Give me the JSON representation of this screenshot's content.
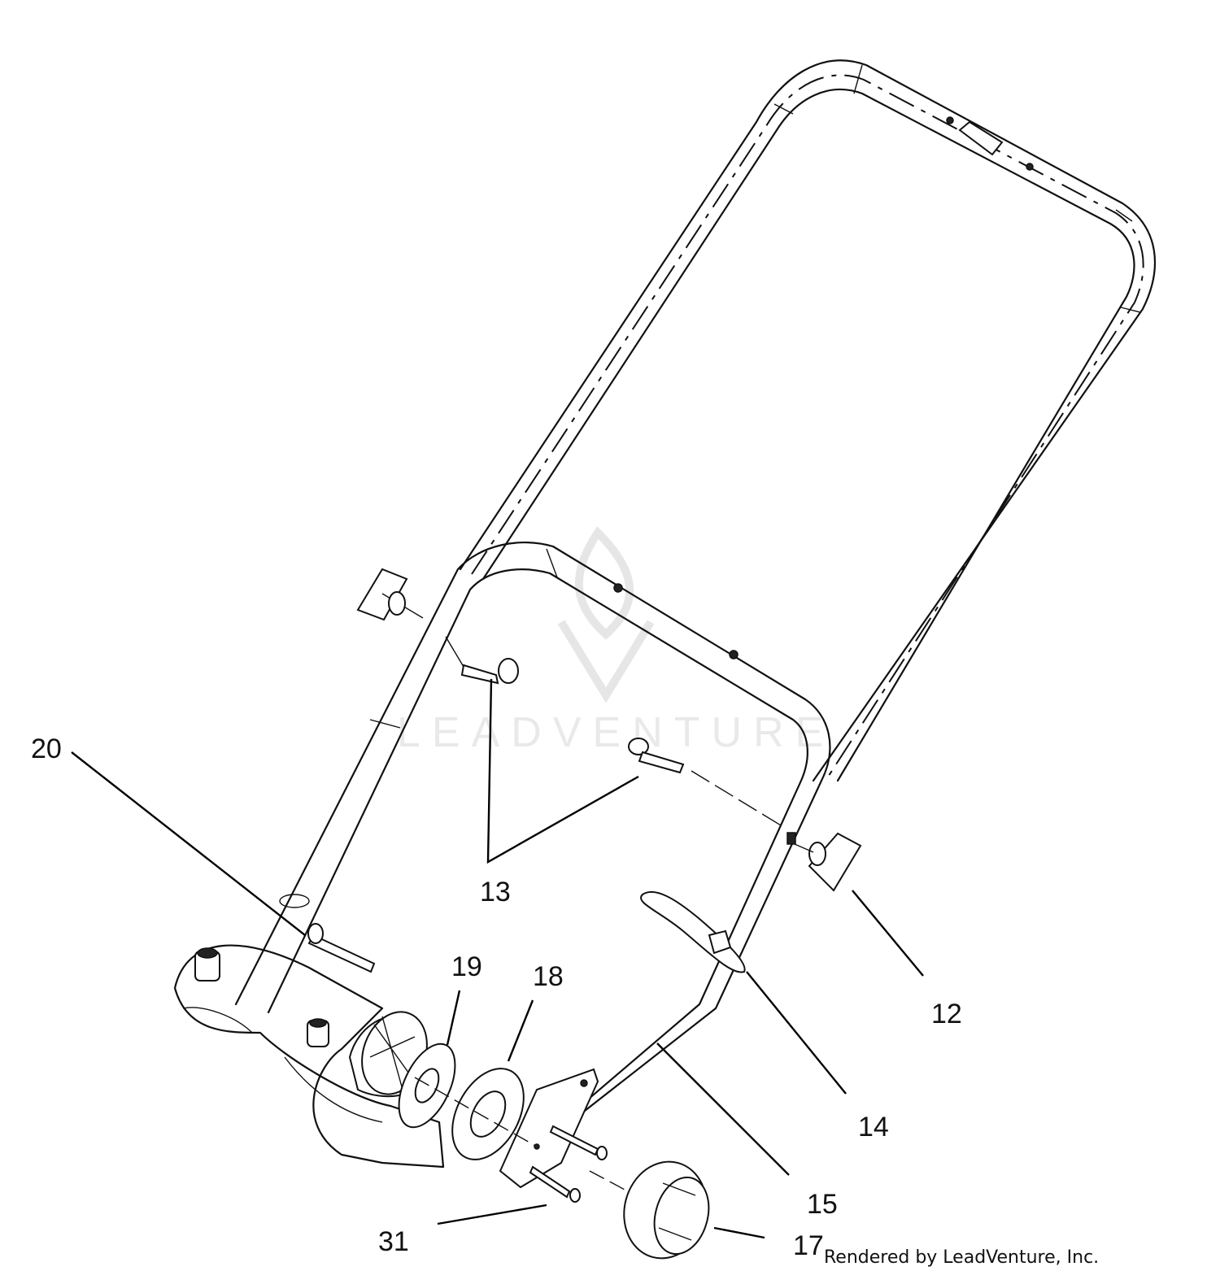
{
  "callouts": [
    {
      "id": "20",
      "label": "20"
    },
    {
      "id": "13",
      "label": "13"
    },
    {
      "id": "12",
      "label": "12"
    },
    {
      "id": "19",
      "label": "19"
    },
    {
      "id": "18",
      "label": "18"
    },
    {
      "id": "14",
      "label": "14"
    },
    {
      "id": "15",
      "label": "15"
    },
    {
      "id": "31",
      "label": "31"
    },
    {
      "id": "17",
      "label": "17"
    }
  ],
  "watermark": {
    "text": "LEADVENTURE"
  },
  "credit": "Rendered by LeadVenture, Inc."
}
